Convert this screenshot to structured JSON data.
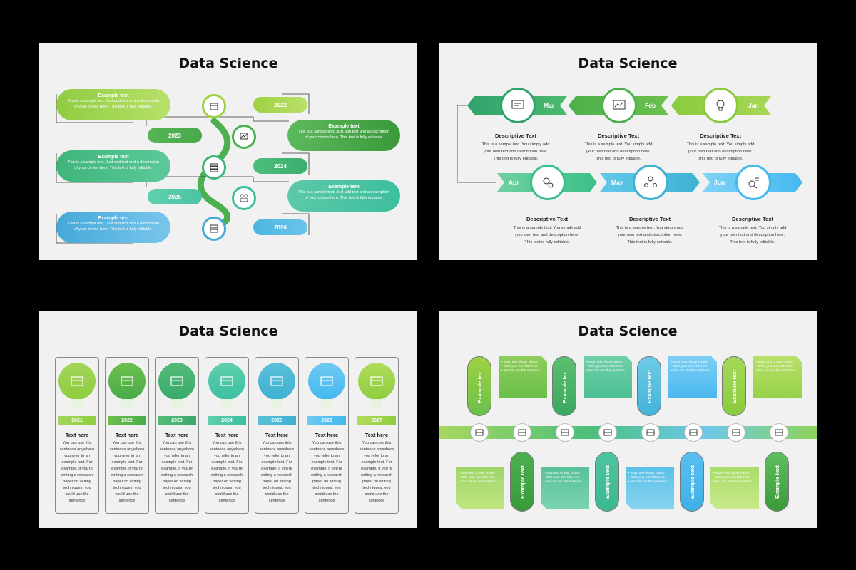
{
  "slide1": {
    "title": "Data Science",
    "pills": [
      {
        "title": "Example text",
        "body": "This is a sample text. Just add text and a description of your choice here. This text is fully editable."
      },
      {
        "title": "Example text",
        "body": "This is a sample text. Just add text and a description of your choice here. This text is fully editable."
      },
      {
        "title": "Example text",
        "body": "This is a sample text. Just add text and a description of your choice here. This text is fully editable."
      },
      {
        "title": "Example text",
        "body": "This is a sample text. Just add text and a description of your choice here. This text is fully editable."
      },
      {
        "title": "Example text",
        "body": "This is a sample text. Just add text and a description of your choice here. This text is fully editable."
      }
    ],
    "years": [
      "2022",
      "2023",
      "2024",
      "2025",
      "2026"
    ]
  },
  "slide2": {
    "title": "Data Science",
    "months": [
      "Mar",
      "Feb",
      "Jan",
      "Apr",
      "May",
      "Jun"
    ],
    "desc_title": "Descriptive Text",
    "desc_body_1": "This is a sample text. You simply add",
    "desc_body_2": "your own text and description here.",
    "desc_body_3": "This text is fully editable."
  },
  "slide3": {
    "title": "Data Science",
    "years": [
      "2021",
      "2022",
      "2023",
      "2024",
      "2025",
      "2026",
      "2027"
    ],
    "col_title": "Text here",
    "col_lines": [
      "You can use this",
      "sentence anywhere",
      "you refer to an",
      "example text. For",
      "example, if you're",
      "writing a research",
      "paper on writing",
      "techniques, you",
      "could use the",
      "sentence"
    ]
  },
  "slide4": {
    "title": "Data Science",
    "pill_label": "Example text",
    "card_items": [
      "Insert text of your choice",
      "Write your own little here",
      "You can use this sentence"
    ]
  },
  "colors": {
    "green_dark": "#3f9f3a",
    "green_light": "#9fd143",
    "teal": "#3cc6a0",
    "blue": "#45b4e6",
    "sky": "#5bc8f5"
  }
}
